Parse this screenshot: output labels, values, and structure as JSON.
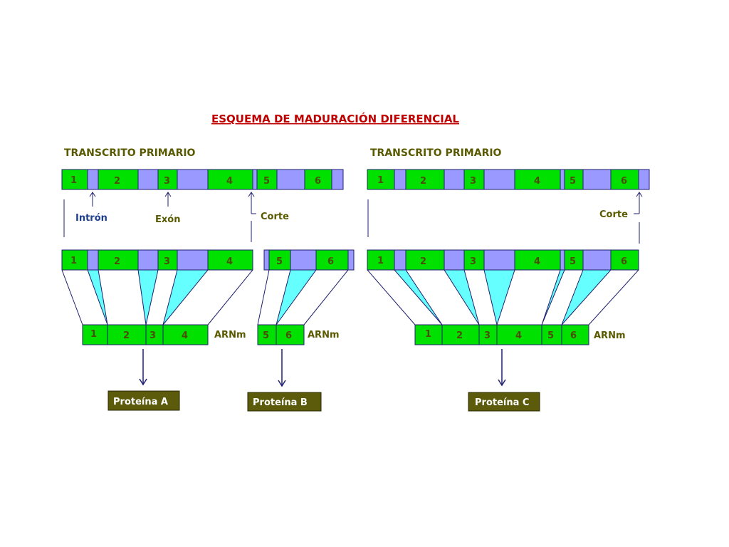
{
  "title": "ESQUEMA DE MADURACIÓN DIFERENCIAL",
  "left_panel": {
    "heading": "TRANSCRITO PRIMARIO",
    "labels": {
      "intron": "Intrón",
      "exon": "Exón",
      "cut": "Corte"
    },
    "primary_exons": [
      "1",
      "2",
      "3",
      "4",
      "5",
      "6"
    ],
    "mrna_a": {
      "exons": [
        "1",
        "2",
        "3",
        "4"
      ],
      "label": "ARNm",
      "protein": "Proteína A"
    },
    "mrna_b": {
      "exons": [
        "5",
        "6"
      ],
      "label": "ARNm",
      "protein": "Proteína B"
    }
  },
  "right_panel": {
    "heading": "TRANSCRITO PRIMARIO",
    "labels": {
      "cut": "Corte"
    },
    "primary_exons": [
      "1",
      "2",
      "3",
      "4",
      "5",
      "6"
    ],
    "mrna_c": {
      "exons": [
        "1",
        "2",
        "3",
        "4",
        "5",
        "6"
      ],
      "label": "ARNm",
      "protein": "Proteína C"
    }
  },
  "colors": {
    "exon": "#00e100",
    "intron": "#9999ff",
    "spliced_intron": "#66ffff",
    "protein_box": "#5b5b0b",
    "title": "#c00000"
  }
}
